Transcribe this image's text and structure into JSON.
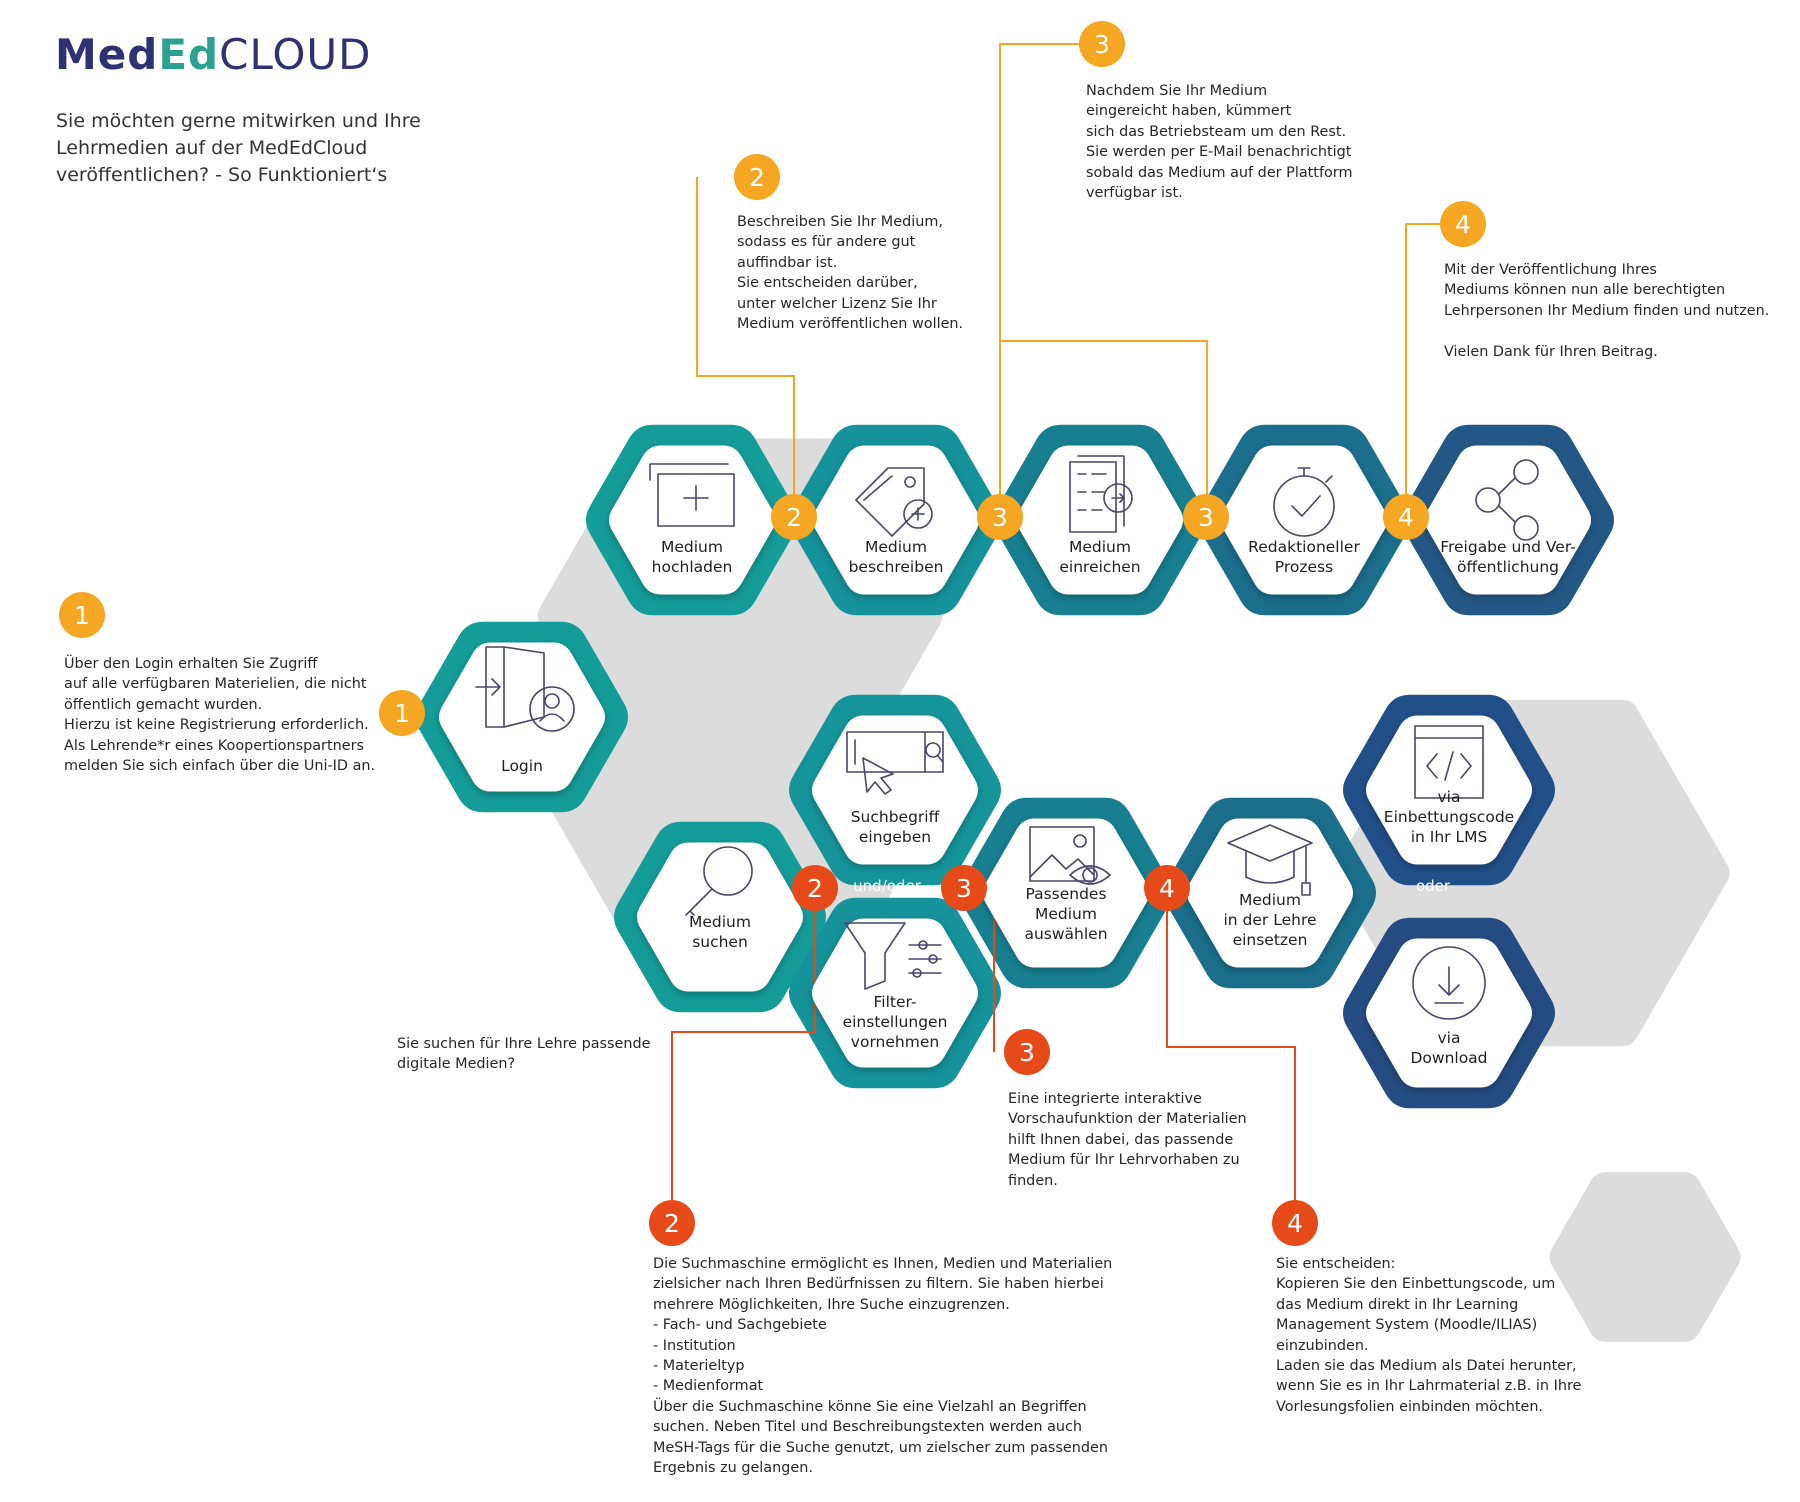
{
  "header": {
    "logo": {
      "part1": "Med",
      "part2": "Ed",
      "part3": "CLOUD"
    },
    "intro": "Sie möchten gerne mitwirken und Ihre Lehrmedien auf der MedEdCloud veröffentlichen? - So Funktioniert‘s"
  },
  "colors": {
    "teal": "#149c99",
    "mid_blue": "#167a8e",
    "dark_blue": "#1f5e86",
    "navy": "#254c82",
    "orange_badge": "#f5a623",
    "red_badge": "#e64a19",
    "grey_hex": "#dcdcdc",
    "icon_stroke": "#45476e"
  },
  "publish_steps": [
    {
      "id": "upload",
      "icon": "upload-frame-icon",
      "label": [
        "Medium",
        "hochladen"
      ]
    },
    {
      "id": "describe",
      "icon": "tag-info-icon",
      "label": [
        "Medium",
        "beschreiben"
      ]
    },
    {
      "id": "submit",
      "icon": "document-checklist-icon",
      "label": [
        "Medium",
        "einreichen"
      ]
    },
    {
      "id": "review",
      "icon": "stopwatch-check-icon",
      "label": [
        "Redaktioneller",
        "Prozess"
      ]
    },
    {
      "id": "release",
      "icon": "share-icon",
      "label": [
        "Freigabe und Ver-",
        "öffentlichung"
      ]
    }
  ],
  "login_step": {
    "id": "login",
    "icon": "login-door-icon",
    "label": [
      "Login"
    ]
  },
  "use_steps": [
    {
      "id": "search",
      "icon": "magnifier-icon",
      "label": [
        "Medium",
        "suchen"
      ]
    },
    {
      "id": "search-term",
      "icon": "searchbar-cursor-icon",
      "label": [
        "Suchbegriff",
        "eingeben"
      ]
    },
    {
      "id": "filter",
      "icon": "filter-funnel-icon",
      "label": [
        "Filter-",
        "einstellungen",
        "vornehmen"
      ]
    },
    {
      "id": "select",
      "icon": "image-preview-icon",
      "label": [
        "Passendes",
        "Medium",
        "auswählen"
      ]
    },
    {
      "id": "teach",
      "icon": "graduation-cap-icon",
      "label": [
        "Medium",
        "in der Lehre",
        "einsetzen"
      ]
    },
    {
      "id": "embed",
      "icon": "code-window-icon",
      "label": [
        "via",
        "Einbettungscode",
        "in Ihr LMS"
      ]
    },
    {
      "id": "download",
      "icon": "download-icon",
      "label": [
        "via",
        "Download"
      ]
    }
  ],
  "connectors": {
    "and_or": "und/oder",
    "or": "oder"
  },
  "badges": {
    "n1": "1",
    "n2": "2",
    "n3": "3",
    "n4": "4"
  },
  "descriptions": {
    "login": "Über den Login erhalten Sie Zugriff\nauf alle verfügbaren Materielien, die nicht\nöffentlich gemacht wurden.\nHierzu ist keine Registrierung erforderlich.\nAls Lehrende*r eines Koopertionspartners\nmelden Sie sich einfach über die Uni-ID an.",
    "publish_2": "Beschreiben Sie Ihr Medium,\nsodass es für andere gut\nauffindbar ist.\nSie entscheiden darüber,\nunter welcher Lizenz Sie Ihr\nMedium veröffentlichen wollen.",
    "publish_3": "Nachdem Sie Ihr Medium\neingereicht haben, kümmert\nsich das Betriebsteam um den Rest.\nSie werden per E-Mail benachrichtigt\nsobald das Medium auf der Plattform\nverfügbar ist.",
    "publish_4": "Mit der Veröffentlichung Ihres\nMediums können nun alle berechtigten\nLehrpersonen Ihr Medium finden und nutzen.\n\nVielen Dank für Ihren Beitrag.",
    "use_intro": "Sie suchen für Ihre Lehre passende\ndigitale Medien?",
    "use_3": "Eine integrierte interaktive\nVorschaufunktion der Materialien\nhilft Ihnen dabei, das passende\nMedium für Ihr Lehrvorhaben zu\nfinden.",
    "use_2": "Die Suchmaschine ermöglicht es Ihnen, Medien und Materialien\nzielsicher nach Ihren Bedürfnissen zu filtern. Sie haben hierbei\nmehrere Möglichkeiten, Ihre Suche einzugrenzen.\n-    Fach- und Sachgebiete\n-    Institution\n-    Materieltyp\n-    Medienformat\nÜber die Suchmaschine könne Sie eine Vielzahl an Begriffen\nsuchen. Neben Titel und Beschreibungstexten werden auch\nMeSH-Tags für die Suche genutzt, um zielscher zum passenden\nErgebnis zu gelangen.",
    "use_4": "Sie entscheiden:\nKopieren Sie den Einbettungscode, um\ndas Medium direkt in Ihr Learning\nManagement System (Moodle/ILIAS)\neinzubinden.\nLaden sie das Medium als Datei herunter,\nwenn Sie es in Ihr Lahrmaterial z.B. in Ihre\nVorlesungsfolien einbinden möchten."
  }
}
